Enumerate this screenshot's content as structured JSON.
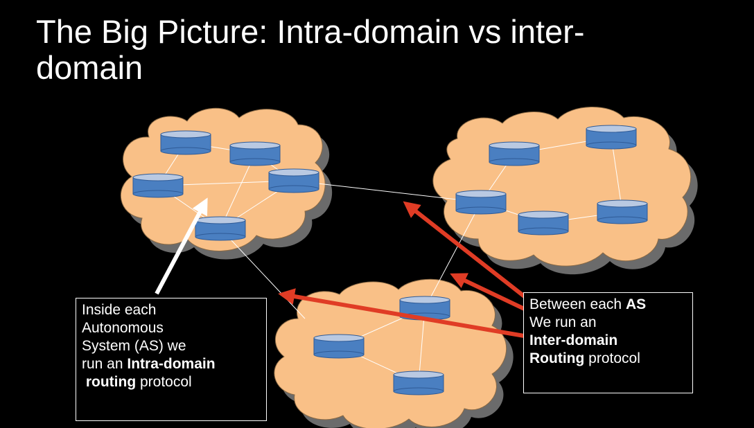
{
  "title": {
    "line1": "The Big Picture: Intra-domain vs inter-",
    "line2": "domain"
  },
  "left_caption": {
    "l1": "Inside each",
    "l2": "Autonomous",
    "l3": "System (AS) we",
    "l4_pre": "run an ",
    "l4_bold": "Intra-domain",
    "l5_bold": "routing",
    "l5_post": " protocol"
  },
  "right_caption": {
    "l1_pre": "Between each ",
    "l1_bold": "AS",
    "l2": "We run an",
    "l3_bold": "Inter-domain",
    "l4_bold": "Routing",
    "l4_post": " protocol"
  },
  "colors": {
    "background": "#000000",
    "cloud_fill": "#f9c087",
    "cloud_shadow": "#6b6b6b",
    "router_fill": "#4a7fc1",
    "router_top": "#b9c9e2",
    "link_line": "#ffffff",
    "inter_arrow": "#e03c25",
    "intra_arrow": "#ffffff"
  },
  "icons": {
    "router": "router-cylinder-icon",
    "cloud": "autonomous-system-cloud"
  }
}
